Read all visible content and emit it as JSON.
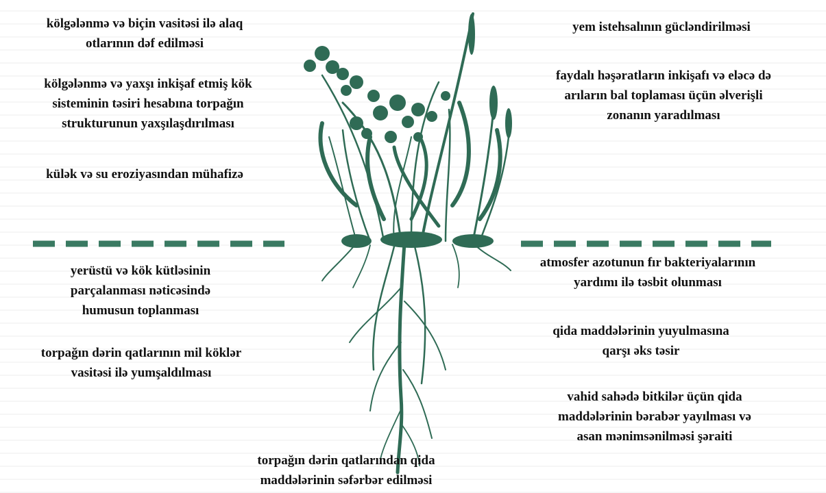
{
  "labels": {
    "weeds": "kölgələnmə və biçin vasitəsi ilə  alaq\notlarının dəf edilməsi",
    "structure": "kölgələnmə və yaxşı inkişaf etmiş kök\nsisteminin təsiri hesabına torpağın\nstrukturunun yaxşılaşdırılması",
    "erosion": "külək və su eroziyasından mühafizə",
    "feed": "yem istehsalının gücləndirilməsi",
    "insects": "faydalı həşəratların inkişafı və eləcə də\narıların bal toplaması üçün əlverişli\nzonanın yaradılması",
    "humus": "yerüstü və kök kütləsinin\nparçalanması nəticəsində\nhumusun toplanması",
    "loosening": "torpağın dərin qatlarının mil köklər\nvasitəsi ilə yumşaldılması",
    "nitrogen": "atmosfer azotunun fır bakteriyalarının\nyardımı ilə təsbit olunması",
    "leaching": "qida maddələrinin yuyulmasına\nqarşı əks təsir",
    "distribution": "vahid sahədə bitkilər üçün qida\nmaddələrinin bərabər yayılması və\nasan mənimsənilməsi şəraiti",
    "mobilization": "torpağın dərin qatlarından qida\nmaddələrinin səfərbər edilməsi"
  },
  "colors": {
    "plant": "#2f6b55",
    "ground_line": "#3a7a62"
  }
}
